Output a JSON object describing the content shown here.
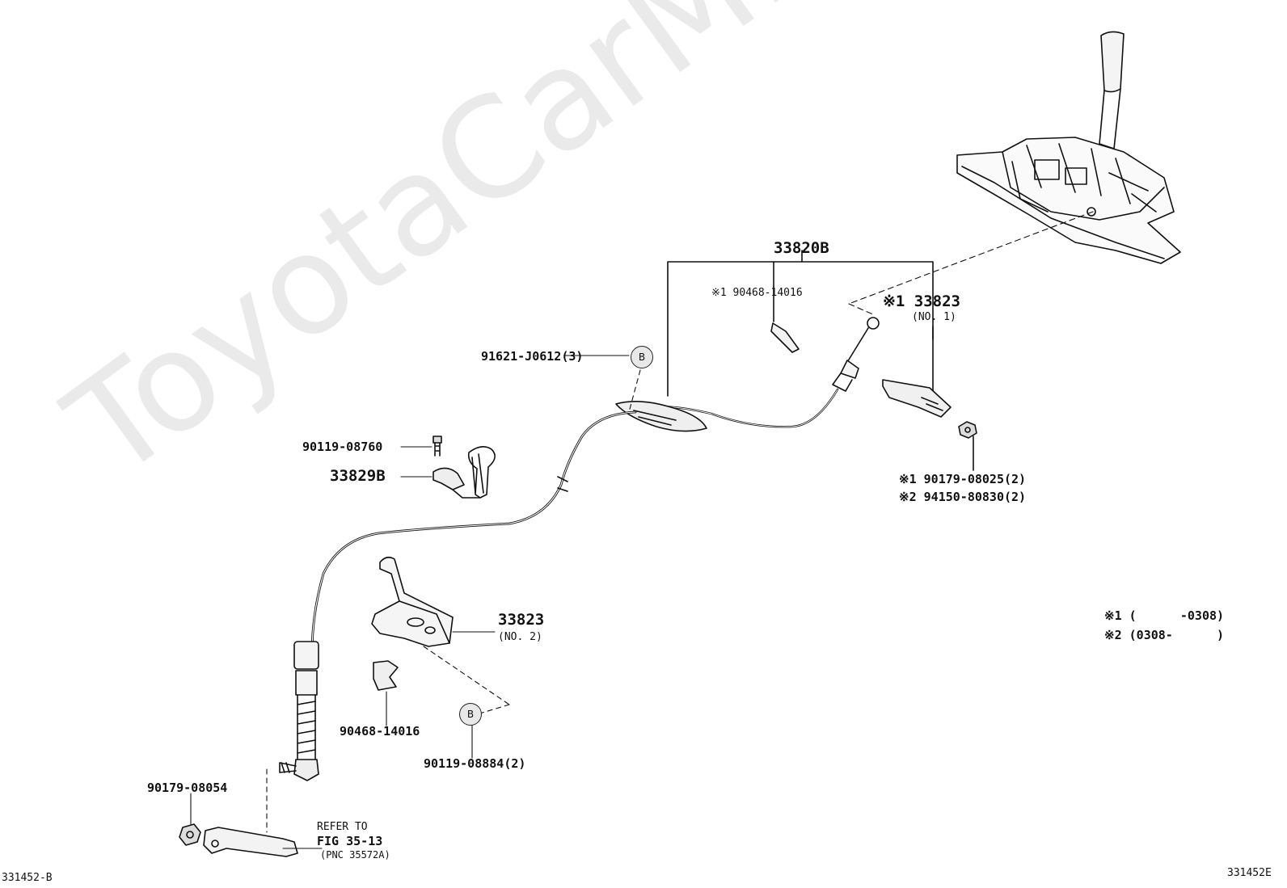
{
  "watermark": "ToyotaCarMine.ru",
  "figure_code_left": "331452-B",
  "figure_code_right": "331452E",
  "callouts": {
    "shift_cable_assy": "33820B",
    "clip_marked": "※1 90468-14016",
    "bracket_no1_part": "※1 33823",
    "bracket_no1_note": "(NO. 1)",
    "bolt_b": "91621-J0612(3)",
    "bolt_1": "90119-08760",
    "clamp": "33829B",
    "bracket_no2_part": "33823",
    "bracket_no2_note": "(NO. 2)",
    "clip": "90468-14016",
    "bolt_2": "90119-08884(2)",
    "nut": "90179-08054",
    "nut_alt1": "※1 90179-08025(2)",
    "nut_alt2": "※2 94150-80830(2)",
    "refer_line1": "REFER TO",
    "refer_line2": "FIG 35-13",
    "refer_line3": "(PNC 35572A)"
  },
  "circle_tags": {
    "b_upper": "B",
    "b_lower": "B"
  },
  "legend": {
    "note1": "※1 (      -0308)",
    "note2": "※2 (0308-      )"
  }
}
